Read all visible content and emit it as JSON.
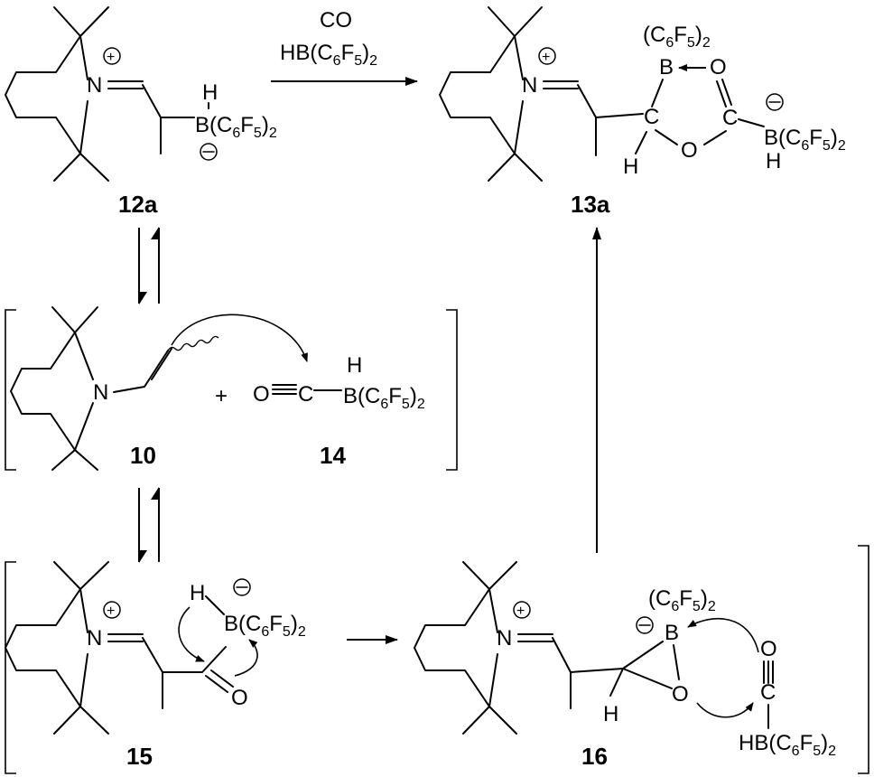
{
  "compounds": {
    "c12a": {
      "label": "12a"
    },
    "c13a": {
      "label": "13a"
    },
    "c10": {
      "label": "10"
    },
    "c14": {
      "label": "14"
    },
    "c15": {
      "label": "15"
    },
    "c16": {
      "label": "16"
    }
  },
  "reagents": {
    "line1": "CO",
    "line2_main": "HB(C",
    "line2_sub1": "6",
    "line2_mid": "F",
    "line2_sub2": "5",
    "line2_end": ")",
    "line2_sub3": "2"
  },
  "atoms": {
    "N": "N",
    "B": "B",
    "H": "H",
    "O": "O",
    "C": "C",
    "plus_sign": "+",
    "BC6F5_main": "B(C",
    "C6F5_open": "(C",
    "six": "6",
    "F": "F",
    "five": "5",
    "close": ")",
    "two": "2",
    "HB_main": "HB(C"
  }
}
